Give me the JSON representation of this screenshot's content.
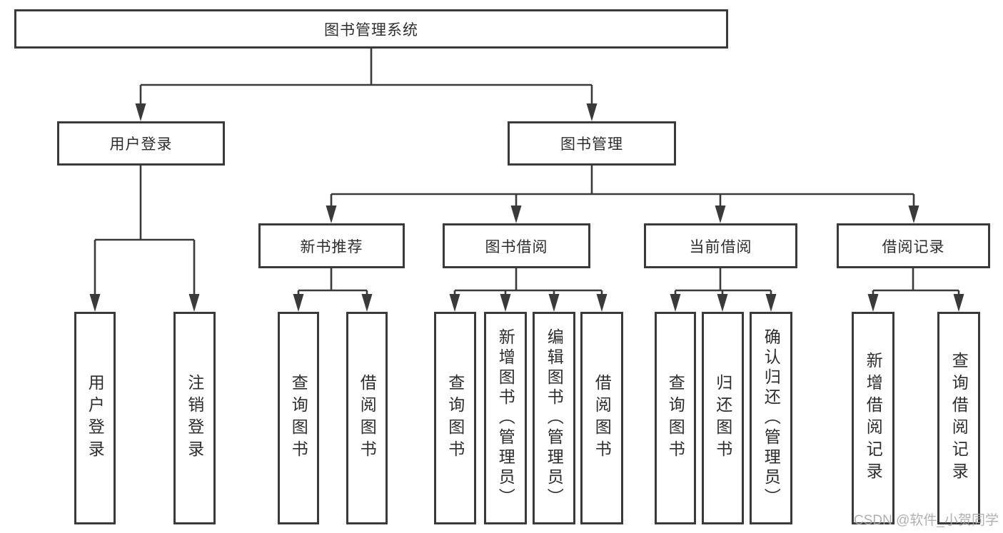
{
  "diagram": {
    "root": {
      "label": "图书管理系统"
    },
    "level2": [
      {
        "label": "用户登录"
      },
      {
        "label": "图书管理"
      }
    ],
    "level3": [
      {
        "label": "新书推荐"
      },
      {
        "label": "图书借阅"
      },
      {
        "label": "当前借阅"
      },
      {
        "label": "借阅记录"
      }
    ],
    "leaves": [
      {
        "label": "用户登录"
      },
      {
        "label": "注销登录"
      },
      {
        "label": "查询图书"
      },
      {
        "label": "借阅图书"
      },
      {
        "label": "查询图书"
      },
      {
        "label": "新增图书（管理员）"
      },
      {
        "label": "编辑图书（管理员）"
      },
      {
        "label": "借阅图书"
      },
      {
        "label": "查询图书"
      },
      {
        "label": "归还图书"
      },
      {
        "label": "确认归还（管理员）"
      },
      {
        "label": "新增借阅记录"
      },
      {
        "label": "查询借阅记录"
      }
    ]
  },
  "watermark": {
    "text": "CSDN @软件_小贺同学"
  },
  "colors": {
    "line": "#3a3a3a",
    "text": "#2d2d2d",
    "watermark": "#a8a8a8",
    "background": "#ffffff"
  }
}
